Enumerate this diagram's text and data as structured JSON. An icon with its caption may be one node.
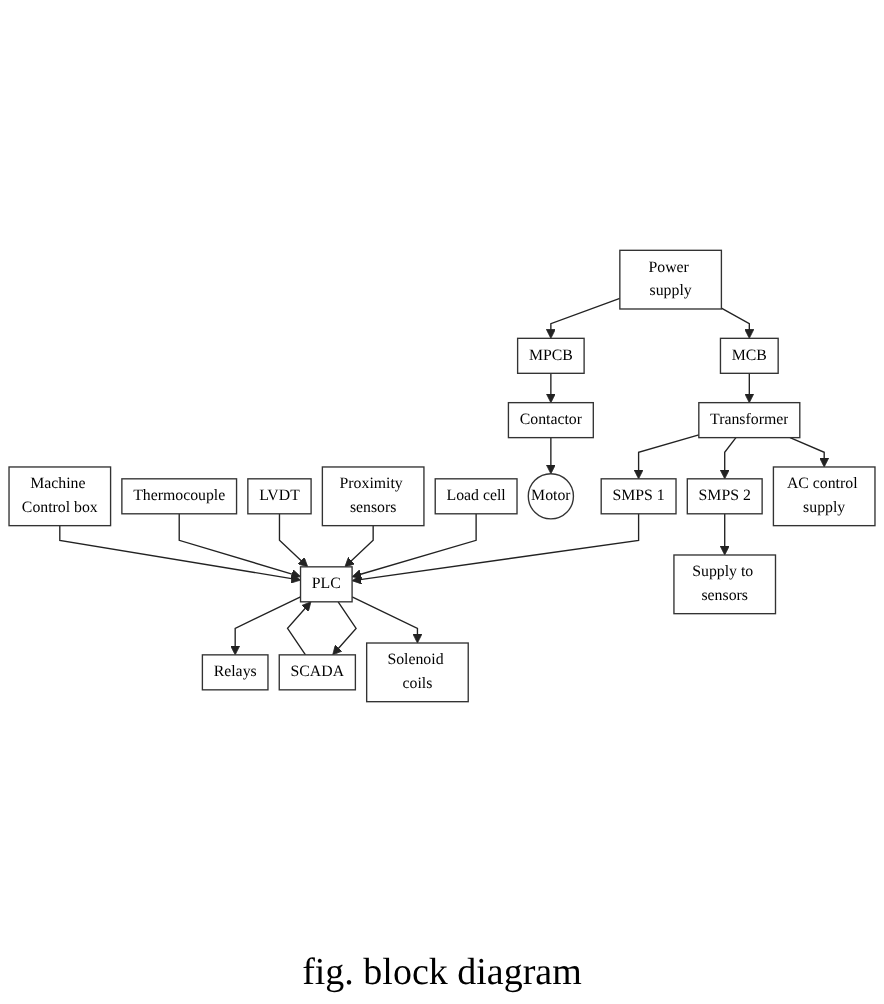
{
  "diagram": {
    "caption": "fig. block diagram",
    "nodes": [
      {
        "text": [
          "Power supply"
        ]
      },
      {
        "text": [
          "Load cell"
        ]
      },
      {
        "text": [
          "Proximity sensors"
        ]
      },
      {
        "text": [
          "MPCB"
        ]
      },
      {
        "text": [
          "MCB"
        ]
      },
      {
        "text": [
          "LVDT"
        ]
      },
      {
        "text": [
          "Contactor"
        ]
      },
      {
        "text": [
          "Transformer"
        ]
      },
      {
        "text": [
          "SCADA"
        ]
      },
      {
        "text": [
          "Thermocouple"
        ]
      },
      {
        "text": [
          "Machine Control box"
        ]
      },
      {
        "text": [
          "Motor"
        ]
      },
      {
        "text": [
          "SMPS 1"
        ]
      },
      {
        "text": [
          "PLC"
        ]
      },
      {
        "text": [
          "SMPS 2"
        ]
      },
      {
        "text": [
          "Relays"
        ]
      },
      {
        "text": [
          "Solenoid coils"
        ]
      },
      {
        "text": [
          "AC control supply"
        ]
      },
      {
        "text": [
          "Supply to sensors"
        ]
      }
    ],
    "edges": [
      {
        "from": 0,
        "to": 3,
        "arrow": "to"
      },
      {
        "from": 0,
        "to": 4,
        "arrow": "to"
      },
      {
        "from": 3,
        "to": 6,
        "arrow": "to"
      },
      {
        "from": 4,
        "to": 7,
        "arrow": "to"
      },
      {
        "from": 6,
        "to": 11,
        "arrow": "to"
      },
      {
        "from": 7,
        "to": 12,
        "arrow": "to"
      },
      {
        "from": 7,
        "to": 14,
        "arrow": "to"
      },
      {
        "from": 7,
        "to": 17,
        "arrow": "to"
      },
      {
        "from": 12,
        "to": 13,
        "arrow": "to"
      },
      {
        "from": 14,
        "to": 18,
        "arrow": "to"
      },
      {
        "from": 8,
        "to": 13,
        "arrow": "to"
      },
      {
        "from": 13,
        "to": 8,
        "arrow": "to"
      },
      {
        "from": 1,
        "to": 13,
        "arrow": "to"
      },
      {
        "from": 2,
        "to": 13,
        "arrow": "to"
      },
      {
        "from": 5,
        "to": 13,
        "arrow": "to"
      },
      {
        "from": 9,
        "to": 13,
        "arrow": "to"
      },
      {
        "from": 10,
        "to": 13,
        "arrow": "to"
      },
      {
        "from": 13,
        "to": 15,
        "arrow": "to"
      },
      {
        "from": 13,
        "to": 16,
        "arrow": "to"
      }
    ]
  }
}
